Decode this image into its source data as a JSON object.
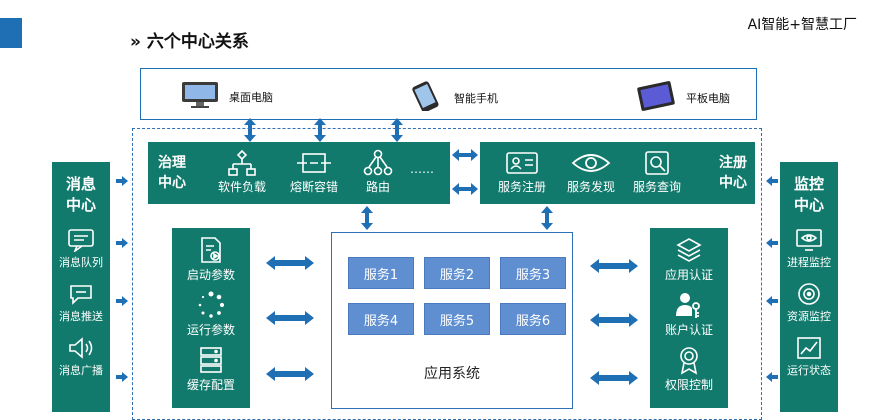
{
  "header": {
    "title": "» 六个中心关系",
    "brand": "AI智能+智慧工厂"
  },
  "devices": [
    {
      "label": "桌面电脑",
      "icon": "desktop-icon"
    },
    {
      "label": "智能手机",
      "icon": "smartphone-icon"
    },
    {
      "label": "平板电脑",
      "icon": "tablet-icon"
    }
  ],
  "governance": {
    "title": "治理\n中心",
    "items": [
      {
        "label": "软件负载",
        "icon": "network-tree-icon"
      },
      {
        "label": "熔断容错",
        "icon": "fuse-icon"
      },
      {
        "label": "路由",
        "icon": "route-icon"
      },
      {
        "label": "",
        "icon": "ellipsis-icon"
      }
    ],
    "ellipsis": "……"
  },
  "registry": {
    "title": "注册\n中心",
    "items": [
      {
        "label": "服务注册",
        "icon": "id-card-icon"
      },
      {
        "label": "服务发现",
        "icon": "eye-icon"
      },
      {
        "label": "服务查询",
        "icon": "search-icon"
      }
    ]
  },
  "message_center": {
    "title": "消息\n中心",
    "items": [
      {
        "label": "消息队列",
        "icon": "message-queue-icon"
      },
      {
        "label": "消息推送",
        "icon": "chat-icon"
      },
      {
        "label": "消息广播",
        "icon": "speaker-icon"
      }
    ]
  },
  "monitor_center": {
    "title": "监控\n中心",
    "items": [
      {
        "label": "进程监控",
        "icon": "monitor-eye-icon"
      },
      {
        "label": "资源监控",
        "icon": "target-icon"
      },
      {
        "label": "运行状态",
        "icon": "chart-icon"
      }
    ]
  },
  "config_column": {
    "items": [
      {
        "label": "启动参数",
        "icon": "document-play-icon"
      },
      {
        "label": "运行参数",
        "icon": "loading-dots-icon"
      },
      {
        "label": "缓存配置",
        "icon": "server-icon"
      }
    ]
  },
  "auth_column": {
    "items": [
      {
        "label": "应用认证",
        "icon": "layers-icon"
      },
      {
        "label": "账户认证",
        "icon": "user-key-icon"
      },
      {
        "label": "权限控制",
        "icon": "badge-icon"
      }
    ]
  },
  "app_system": {
    "title": "应用系统",
    "services": [
      "服务1",
      "服务2",
      "服务3",
      "服务4",
      "服务5",
      "服务6"
    ]
  },
  "colors": {
    "teal": "#127a6c",
    "blue": "#1f6fb5",
    "service": "#5f8fd1"
  }
}
